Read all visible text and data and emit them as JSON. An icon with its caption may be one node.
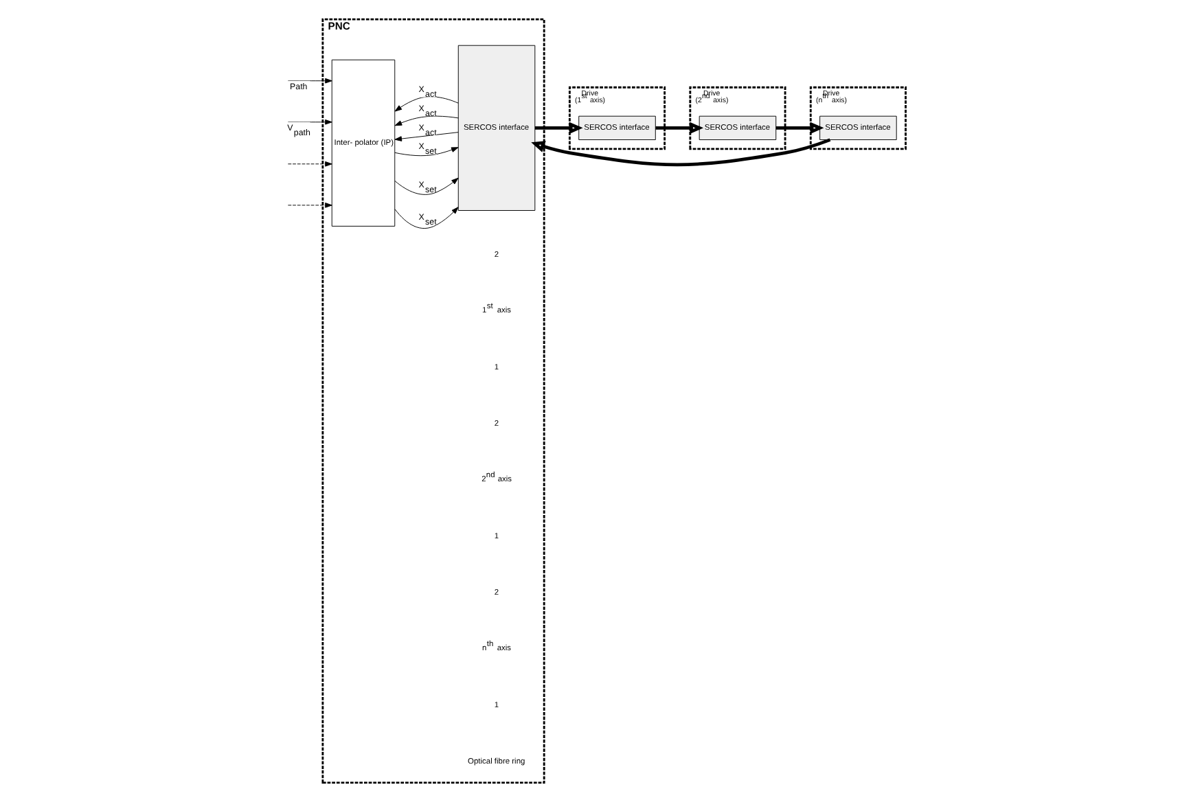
{
  "diagram": {
    "nodes": [
      {
        "text": [
          "PNC"
        ]
      },
      {
        "text": [
          "Inter- polator (IP)"
        ],
        "in": 0
      },
      {
        "text": [
          "SERCOS interface"
        ],
        "in": 0
      },
      {
        "text": [
          "Drive (1$^{st}$ axis)"
        ]
      },
      {
        "text": [
          "SERCOS interface"
        ],
        "in": 3
      },
      {
        "text": [
          "Drive (2$^{nd}$ axis)"
        ]
      },
      {
        "text": [
          "SERCOS interface"
        ],
        "in": 5
      },
      {
        "text": [
          "Drive (n$^{th}$ axis)"
        ]
      },
      {
        "text": [
          "SERCOS interface"
        ],
        "in": 7
      }
    ],
    "edges": [
      {
        "from": null,
        "to": 1,
        "arrow": "to",
        "label": "Path"
      },
      {
        "from": null,
        "to": 1,
        "arrow": "to",
        "label": "V$_{path}$"
      },
      {
        "from": null,
        "to": 1,
        "arrow": "to",
        "style": "dashed"
      },
      {
        "from": null,
        "to": 1,
        "arrow": "to",
        "style": "dashed"
      },
      {
        "from": 2,
        "to": 1,
        "arrow": "to",
        "label": "X$_{act}$"
      },
      {
        "from": 1,
        "to": 2,
        "arrow": "to",
        "label": "X$_{set}$"
      },
      {
        "from": 2,
        "to": 1,
        "arrow": "to",
        "label": "X$_{act}$"
      },
      {
        "from": 1,
        "to": 2,
        "arrow": "to",
        "label": "X$_{set}$"
      },
      {
        "from": 2,
        "to": 1,
        "arrow": "to",
        "label": "X$_{act}$"
      },
      {
        "from": 1,
        "to": 2,
        "arrow": "to",
        "label": "X$_{set}$"
      },
      {
        "from": 2,
        "to": 4,
        "arrow": "to",
        "style": "thick"
      },
      {
        "from": 4,
        "to": 6,
        "arrow": "to",
        "style": "thick"
      },
      {
        "from": 6,
        "to": 8,
        "arrow": "to",
        "style": "thick"
      },
      {
        "from": 8,
        "to": 2,
        "arrow": "to",
        "style": "thick"
      }
    ],
    "labels": [
      "2",
      "1$^{st}$ axis",
      "1",
      "2",
      "2$^{nd}$ axis",
      "1",
      "2",
      "n$^{th}$ axis",
      "1",
      "Optical fibre ring"
    ]
  }
}
